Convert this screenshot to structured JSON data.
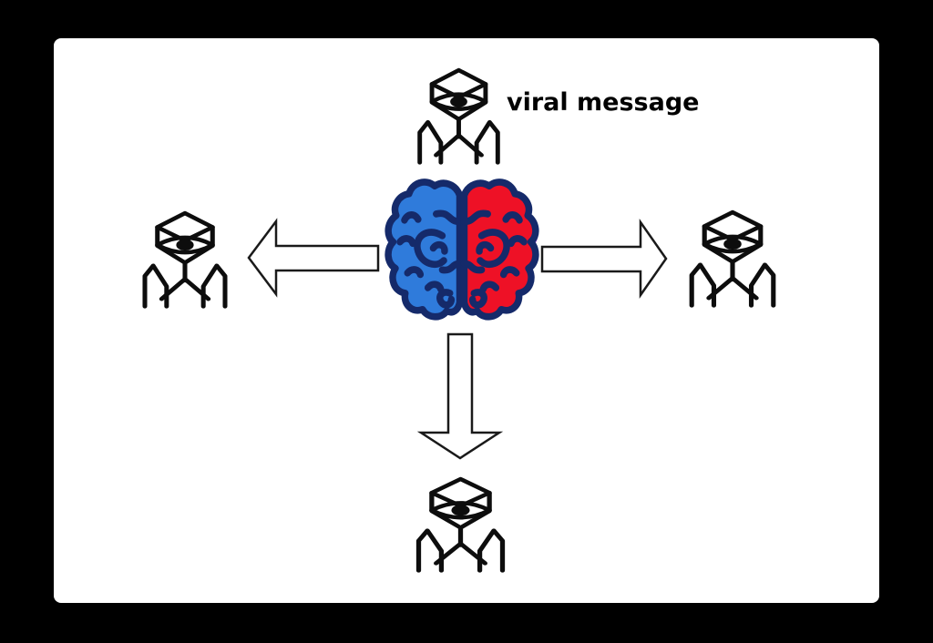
{
  "diagram": {
    "title_label": "viral message",
    "center_node": "split-hemisphere brain",
    "spreaders": [
      {
        "id": "virus-top",
        "position": "top"
      },
      {
        "id": "virus-left",
        "position": "left"
      },
      {
        "id": "virus-right",
        "position": "right"
      },
      {
        "id": "virus-bottom",
        "position": "bottom"
      }
    ],
    "arrows": [
      {
        "direction": "left"
      },
      {
        "direction": "right"
      },
      {
        "direction": "down"
      }
    ]
  },
  "colors": {
    "page_background": "#000000",
    "panel_background": "#ffffff",
    "icon": "#0d0d0d",
    "label_text": "#000000",
    "brain_left": "#2f7bdb",
    "brain_right": "#ee1126",
    "brain_outline": "#152a6a",
    "accent_left": "#9fa9ea",
    "accent_right": "#c45ae8",
    "arrow_fill": "#ffffff",
    "arrow_stroke": "#1a1a1a"
  }
}
